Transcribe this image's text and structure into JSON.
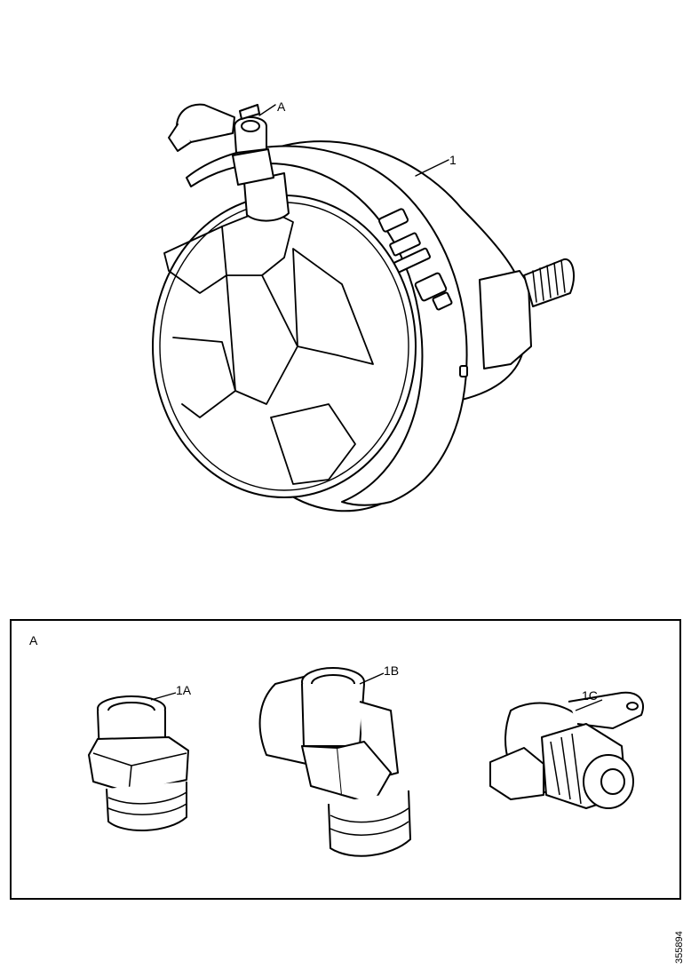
{
  "main_view": {
    "callout_A": "A",
    "callout_1": "1"
  },
  "detail_panel": {
    "title": "A",
    "parts": [
      {
        "label": "1A"
      },
      {
        "label": "1B"
      },
      {
        "label": "1C"
      }
    ]
  },
  "figure_code": "355894"
}
